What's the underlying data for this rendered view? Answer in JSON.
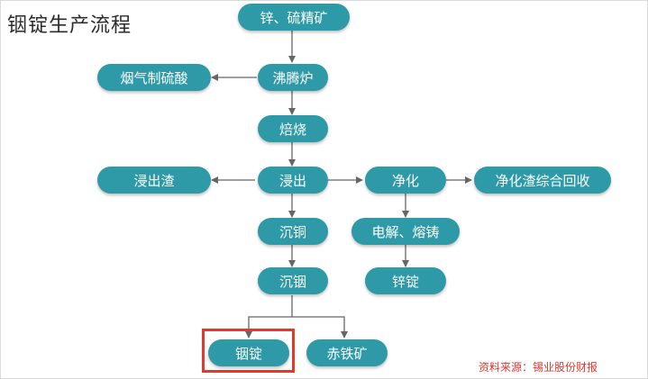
{
  "title": "铟锭生产流程",
  "colors": {
    "node": "#2e9aa8",
    "arrow": "#666666",
    "highlight": "#e03a2f",
    "source": "#d93b2f"
  },
  "nodes": {
    "zinc_ore": "锌、硫精矿",
    "flue_gas_acid": "烟气制硫酸",
    "boiling_furnace": "沸腾炉",
    "roasting": "焙烧",
    "leach_residue": "浸出渣",
    "leaching": "浸出",
    "purification": "净化",
    "purification_residue_recovery": "净化渣综合回收",
    "copper_precipitation": "沉铜",
    "electrolysis_casting": "电解、熔铸",
    "indium_precipitation": "沉铟",
    "zinc_ingot": "锌锭",
    "indium_ingot": "铟锭",
    "hematite": "赤铁矿"
  },
  "source": "资料来源：锡业股份财报"
}
